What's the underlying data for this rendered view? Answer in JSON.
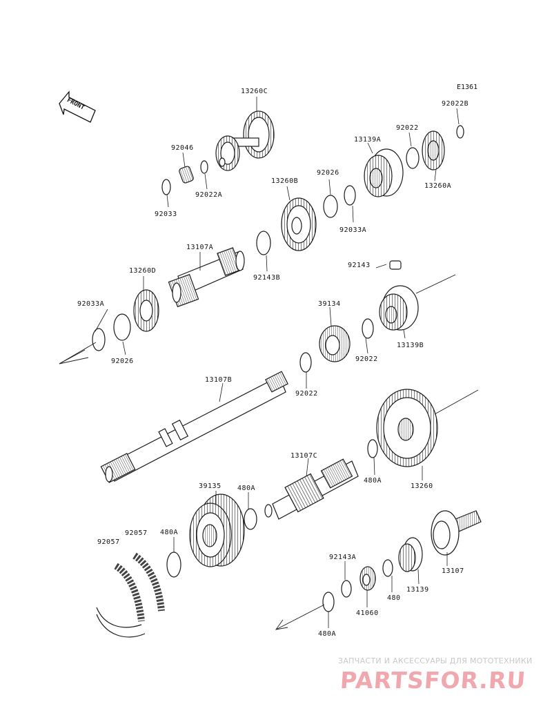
{
  "diagram": {
    "code": "E1361",
    "front_label": "FRONT",
    "labels": [
      {
        "key": "l1",
        "text": "13260C"
      },
      {
        "key": "l2",
        "text": "92046"
      },
      {
        "key": "l3",
        "text": "92022A"
      },
      {
        "key": "l4",
        "text": "92033"
      },
      {
        "key": "l5",
        "text": "13260B"
      },
      {
        "key": "l6",
        "text": "92026"
      },
      {
        "key": "l7",
        "text": "13139A"
      },
      {
        "key": "l8",
        "text": "92022"
      },
      {
        "key": "l9",
        "text": "92022B"
      },
      {
        "key": "l10",
        "text": "13260A"
      },
      {
        "key": "l11",
        "text": "92033A"
      },
      {
        "key": "l12",
        "text": "13107A"
      },
      {
        "key": "l13",
        "text": "92143B"
      },
      {
        "key": "l14",
        "text": "13260D"
      },
      {
        "key": "l15",
        "text": "92033A"
      },
      {
        "key": "l16",
        "text": "92026"
      },
      {
        "key": "l17",
        "text": "92143"
      },
      {
        "key": "l18",
        "text": "39134"
      },
      {
        "key": "l19",
        "text": "13139B"
      },
      {
        "key": "l20",
        "text": "92022"
      },
      {
        "key": "l21",
        "text": "92022"
      },
      {
        "key": "l22",
        "text": "13107B"
      },
      {
        "key": "l23",
        "text": "13107C"
      },
      {
        "key": "l24",
        "text": "480A"
      },
      {
        "key": "l25",
        "text": "13260"
      },
      {
        "key": "l26",
        "text": "39135"
      },
      {
        "key": "l27",
        "text": "480A"
      },
      {
        "key": "l28",
        "text": "92057"
      },
      {
        "key": "l29",
        "text": "92057"
      },
      {
        "key": "l30",
        "text": "480A"
      },
      {
        "key": "l31",
        "text": "92143A"
      },
      {
        "key": "l32",
        "text": "480"
      },
      {
        "key": "l33",
        "text": "13139"
      },
      {
        "key": "l34",
        "text": "13107"
      },
      {
        "key": "l35",
        "text": "41060"
      },
      {
        "key": "l36",
        "text": "480A"
      }
    ]
  },
  "watermark": {
    "tagline": "ЗАПЧАСТИ И АКСЕССУАРЫ ДЛЯ МОТОТЕХНИКИ",
    "logo": "PARTSFOR.RU"
  }
}
